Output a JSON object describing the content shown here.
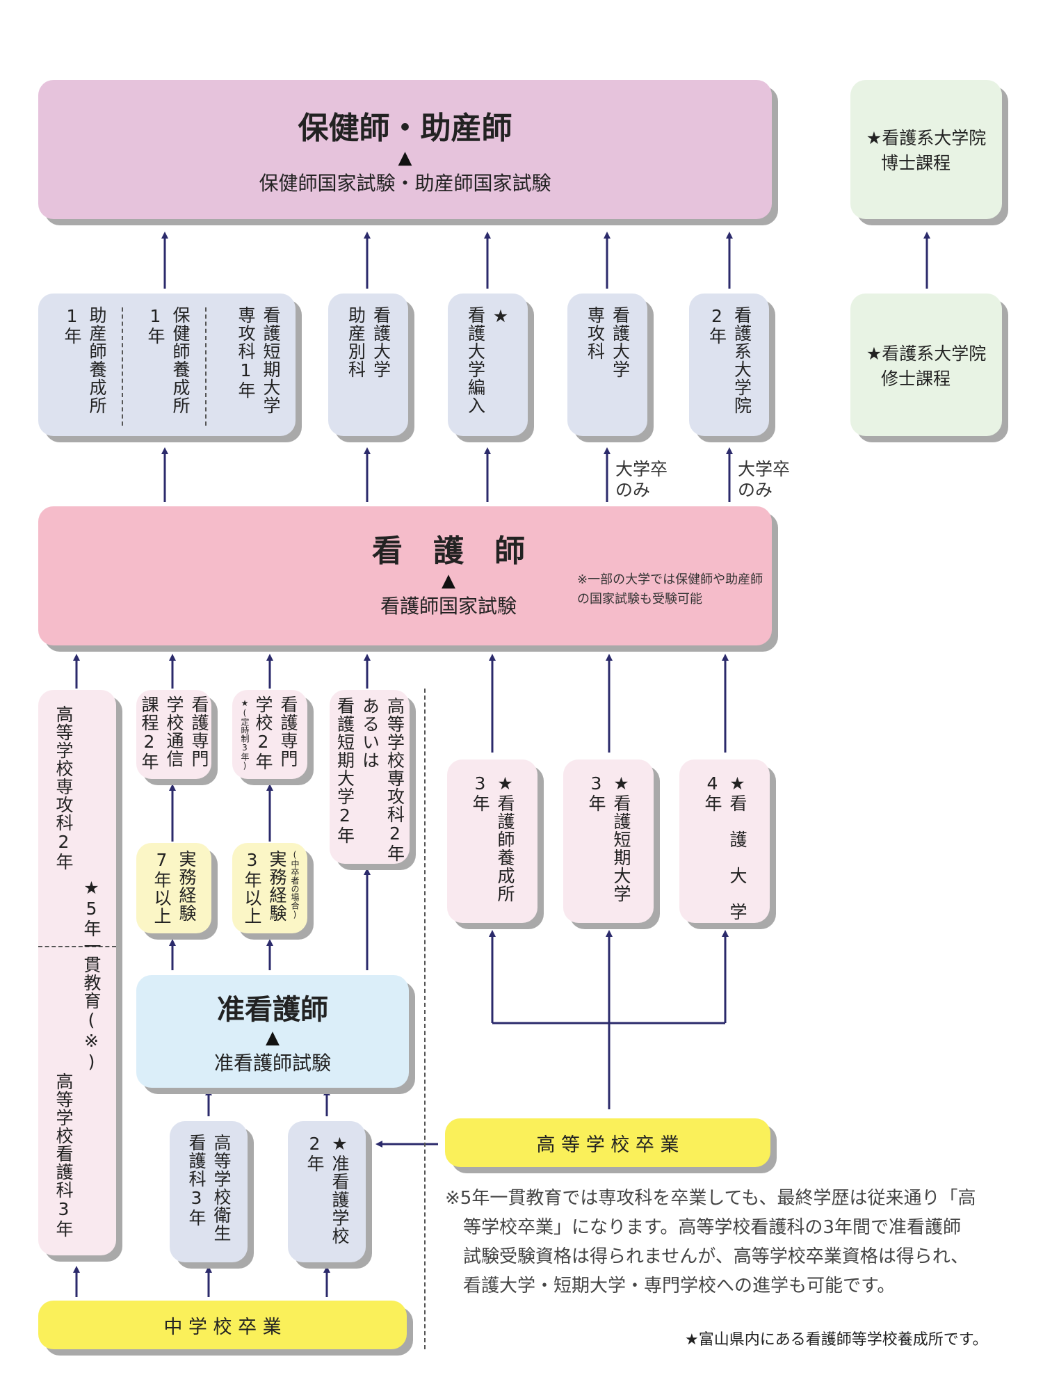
{
  "top": {
    "title": "保健師・助産師",
    "marker": "▲",
    "exam": "保健師国家試験・助産師国家試験"
  },
  "grad": {
    "doctor": [
      "★看護系大学院",
      "博士課程"
    ],
    "master": [
      "★看護系大学院",
      "修士課程"
    ]
  },
  "mid_row": {
    "combined": [
      "1年",
      "助産師養成所",
      "1年",
      "保健師養成所",
      "専攻科1年",
      "看護短期大学"
    ],
    "midwife_major": [
      "看護大学",
      "助産別科"
    ],
    "transfer": [
      "★",
      "看護大学編入"
    ],
    "major_course": [
      "看護大学",
      "専攻科"
    ],
    "grad_school": [
      "看護系大学院",
      "2年"
    ]
  },
  "univ_only_label": "大学卒のみ",
  "nurse": {
    "title": "看　護　師",
    "marker": "▲",
    "exam": "看護師国家試験",
    "note": "※一部の大学では保健師や助産師の国家試験も受験可能"
  },
  "lower": {
    "high_school_major": "高等学校専攻科2年",
    "five_year": "★5年一貫教育(※)",
    "high_school_nursing": "高等学校看護科3年",
    "corr": [
      "看護専門",
      "学校通信",
      "課程2年"
    ],
    "school2": [
      "看護専門",
      "学校2年",
      "★(定時制3年)"
    ],
    "hs_major2": [
      "高等学校専攻科2年",
      "あるいは",
      "看護短期大学2年"
    ],
    "exp7": [
      "実務経験",
      "7年以上"
    ],
    "exp3": [
      "(中卒者の場合)",
      "実務経験",
      "3年以上"
    ],
    "training": [
      "★看護師養成所",
      "3年"
    ],
    "junior_college": [
      "★看護短期大学",
      "3年"
    ],
    "university": [
      "★看　護　大　学",
      "4年"
    ]
  },
  "assoc": {
    "title": "准看護師",
    "marker": "▲",
    "exam": "准看護師試験"
  },
  "hs_eisei": [
    "高等学校衛生",
    "看護科3年"
  ],
  "assoc_school": [
    "★准看護学校",
    "2年"
  ],
  "hs_grad": "高 等 学 校 卒 業",
  "jhs_grad": "中 学 校 卒 業",
  "footnote": "※5年一貫教育では専攻科を卒業しても、最終学歴は従来通り「高等学校卒業」になります。高等学校看護科の3年間で准看護師試験受験資格は得られませんが、高等学校卒業資格は得られ、看護大学・短期大学・専門学校への進学も可能です。",
  "footnote_lines": [
    "※5年一貫教育では専攻科を卒業しても、最終学歴は従来通り「高",
    "等学校卒業」になります。高等学校看護科の3年間で准看護師",
    "試験受験資格は得られませんが、高等学校卒業資格は得られ、",
    "看護大学・短期大学・専門学校への進学も可能です。"
  ],
  "star_note": "★富山県内にある看護師等学校養成所です。",
  "colors": {
    "arrow": "#2b2a6b",
    "top_box": "#e6c3dc",
    "nurse_box": "#f5bcca",
    "grad_box": "#e8f3e4",
    "mid_box": "#dde2ef",
    "lower_box": "#f9e9ef",
    "exp_box": "#fbf6c6",
    "assoc_box": "#dbeef9",
    "grad_label": "#faf05a"
  }
}
